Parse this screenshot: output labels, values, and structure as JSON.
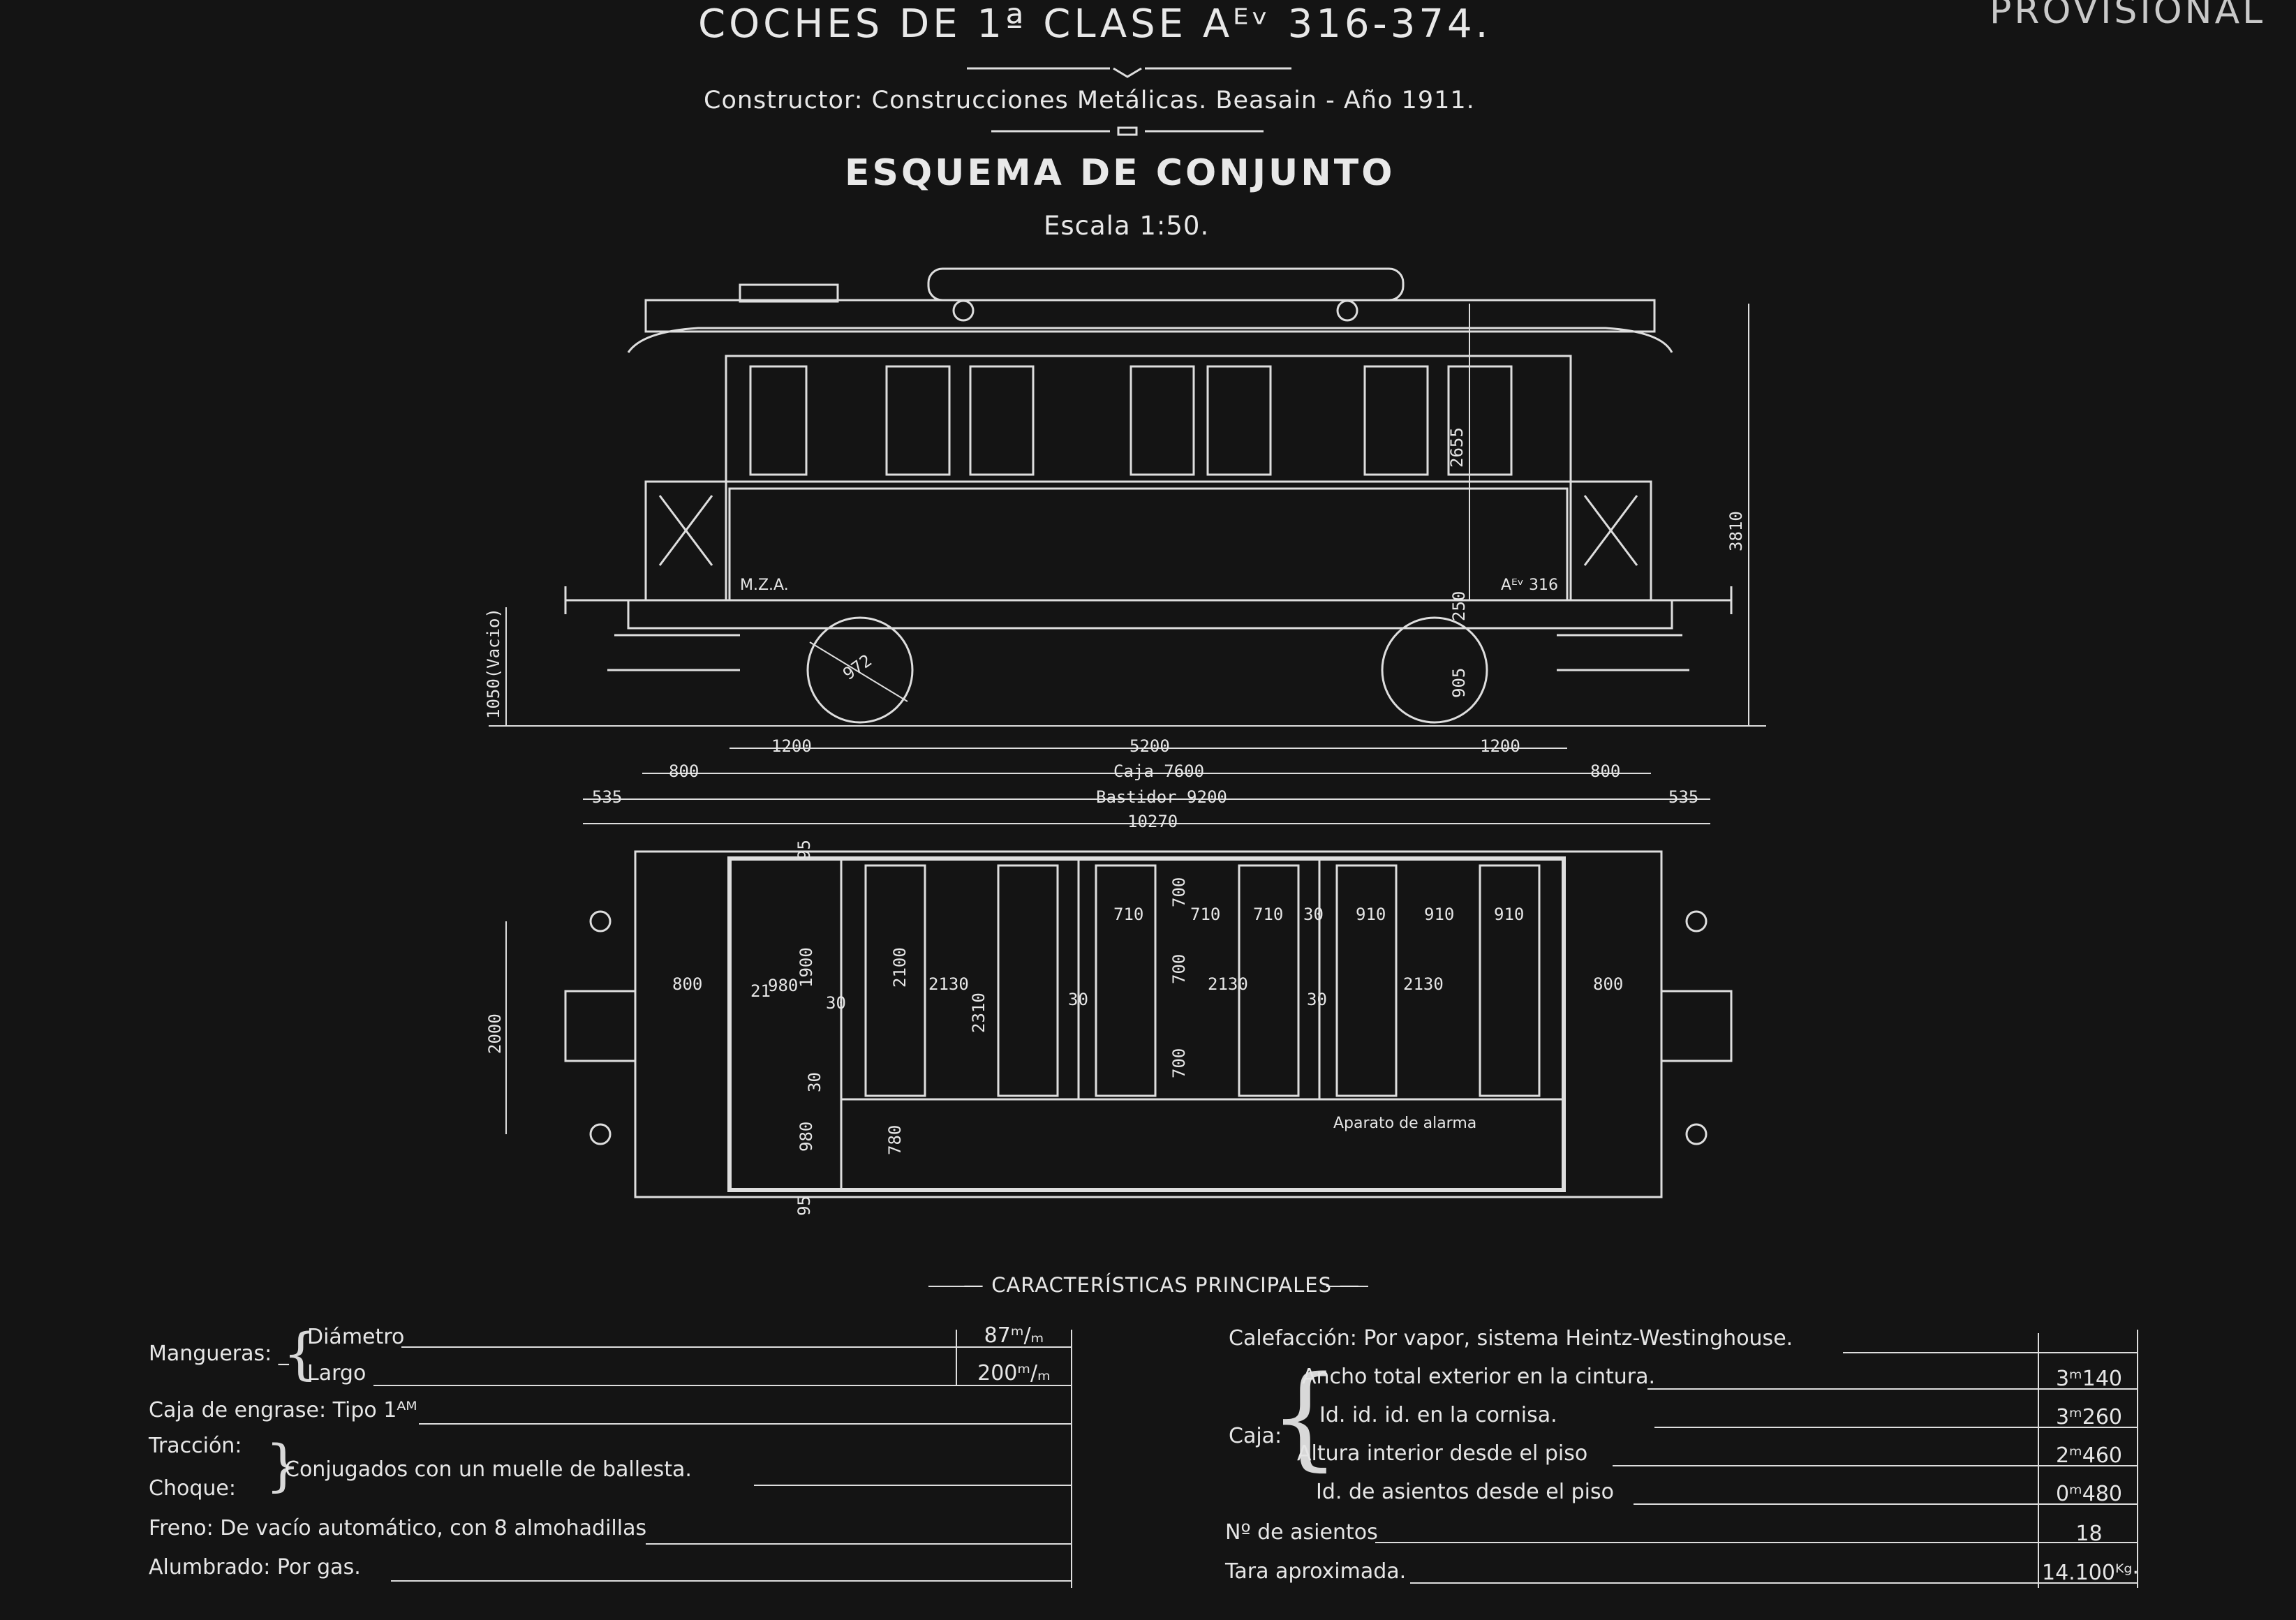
{
  "header": {
    "title": "COCHES DE 1ª CLASE Aᴱᵛ 316-374.",
    "stamp": "PROVISIONAL",
    "constructor": "Constructor: Construcciones Metálicas. Beasain - Año 1911.",
    "scheme": "ESQUEMA DE CONJUNTO",
    "scale": "Escala 1:50."
  },
  "drawing": {
    "side_marking_left": "M.Z.A.",
    "side_marking_right": "Aᴱᵛ 316",
    "height_total": "3810",
    "height_body": "2655",
    "buffer_height": "1050(Vacio)",
    "wheel_diameter_label": "972",
    "axle_height": "905",
    "step_height": "250",
    "dim_1200_left": "1200",
    "dim_wheelbase": "5200",
    "dim_1200_right": "1200",
    "dim_800_left": "800",
    "dim_caja": "Caja 7600",
    "dim_800_right": "800",
    "dim_535_left": "535",
    "dim_bastidor": "Bastidor 9200",
    "dim_535_right": "535",
    "dim_total": "10270",
    "plan_width": "2000",
    "plan_labels": {
      "p95_top": "95",
      "p95_bottom": "95",
      "p800_left": "800",
      "p800_right": "800",
      "p980_a": "980",
      "p980_b": "980",
      "p1900": "1900",
      "p2100": "2100",
      "p2130_a": "2130",
      "p2130_b": "2130",
      "p2130_c": "2130",
      "p2310": "2310",
      "p710_a": "710",
      "p710_b": "710",
      "p710_c": "710",
      "p910_a": "910",
      "p910_b": "910",
      "p910_c": "910",
      "p700_a": "700",
      "p700_b": "700",
      "p700_c": "700",
      "p780": "780",
      "p30_a": "30",
      "p30_b": "30",
      "p30_c": "30",
      "p30_d": "30",
      "p30_e": "30",
      "p21": "21",
      "alarm": "Aparato de alarma"
    }
  },
  "specs": {
    "title": "— CARACTERÍSTICAS PRINCIPALES —",
    "mangueras_label": "Mangueras: _",
    "diametro_label": "Diámetro",
    "diametro_value": "87ᵐ/ₘ",
    "largo_label": "Largo",
    "largo_value": "200ᵐ/ₘ",
    "caja_engrase": "Caja de engrase: Tipo 1ᴬᴹ",
    "traccion": "Tracción:",
    "choque": "Choque:",
    "conjugados": "Conjugados con un muelle de ballesta.",
    "freno": "Freno: De vacío automático, con 8 almohadillas",
    "alumbrado": "Alumbrado: Por gas.",
    "calefaccion": "Calefacción: Por vapor, sistema Heintz-Westinghouse.",
    "caja_label": "Caja:",
    "ancho_cintura_label": "Ancho total exterior en la cintura.",
    "ancho_cintura_value": "3ᵐ140",
    "ancho_cornisa_label": "Id.     id.     id.     en la cornisa.",
    "ancho_cornisa_value": "3ᵐ260",
    "altura_interior_label": "Altura interior desde el piso",
    "altura_interior_value": "2ᵐ460",
    "altura_asientos_label": "Id. de asientos desde el piso",
    "altura_asientos_value": "0ᵐ480",
    "asientos_label": "Nº de asientos",
    "asientos_value": "18",
    "tara_label": "Tara aproximada.",
    "tara_value": "14.100ᴷᵍ·"
  }
}
